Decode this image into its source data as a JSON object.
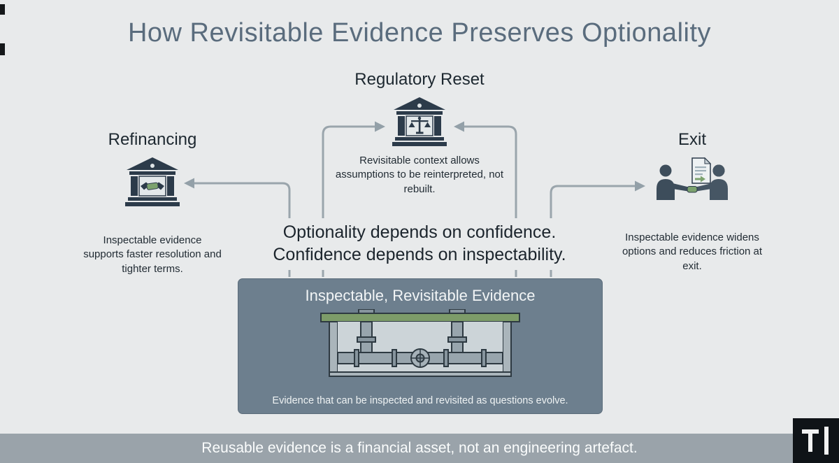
{
  "title": "How Revisitable Evidence Preserves Optionality",
  "nodes": {
    "regulatory_reset": {
      "label": "Regulatory Reset",
      "caption": "Revisitable context allows assumptions to be reinterpreted, not rebuilt.",
      "icon": "bank-scales-icon"
    },
    "refinancing": {
      "label": "Refinancing",
      "caption": "Inspectable evidence supports faster resolution and tighter terms.",
      "icon": "bank-handshake-icon"
    },
    "exit": {
      "label": "Exit",
      "caption": "Inspectable evidence widens options and reduces friction at exit.",
      "icon": "people-document-handshake-icon"
    }
  },
  "center_statement": {
    "line1": "Optionality depends on confidence.",
    "line2": "Confidence depends on inspectability."
  },
  "evidence_box": {
    "title": "Inspectable, Revisitable Evidence",
    "caption": "Evidence that can be inspected and revisited as questions evolve.",
    "icon": "underground-pipes-illustration"
  },
  "footer": {
    "text": "Reusable evidence is a financial asset, not an engineering artefact."
  },
  "logo": {
    "mark": "TI",
    "icon": "ti-logo-mark"
  },
  "colors": {
    "background": "#e8eaeb",
    "title_text": "#5a6c7d",
    "label_text": "#1d2830",
    "arrow": "#9aa5ac",
    "evidence_box_bg": "#6d7f8e",
    "evidence_box_text": "#f2f5f6",
    "footer_bg": "#9aa3aa",
    "footer_text": "#fbfdfd",
    "icon_dark": "#2c3b4a",
    "icon_green": "#7ca26e",
    "logo_bg": "#0f1317"
  }
}
